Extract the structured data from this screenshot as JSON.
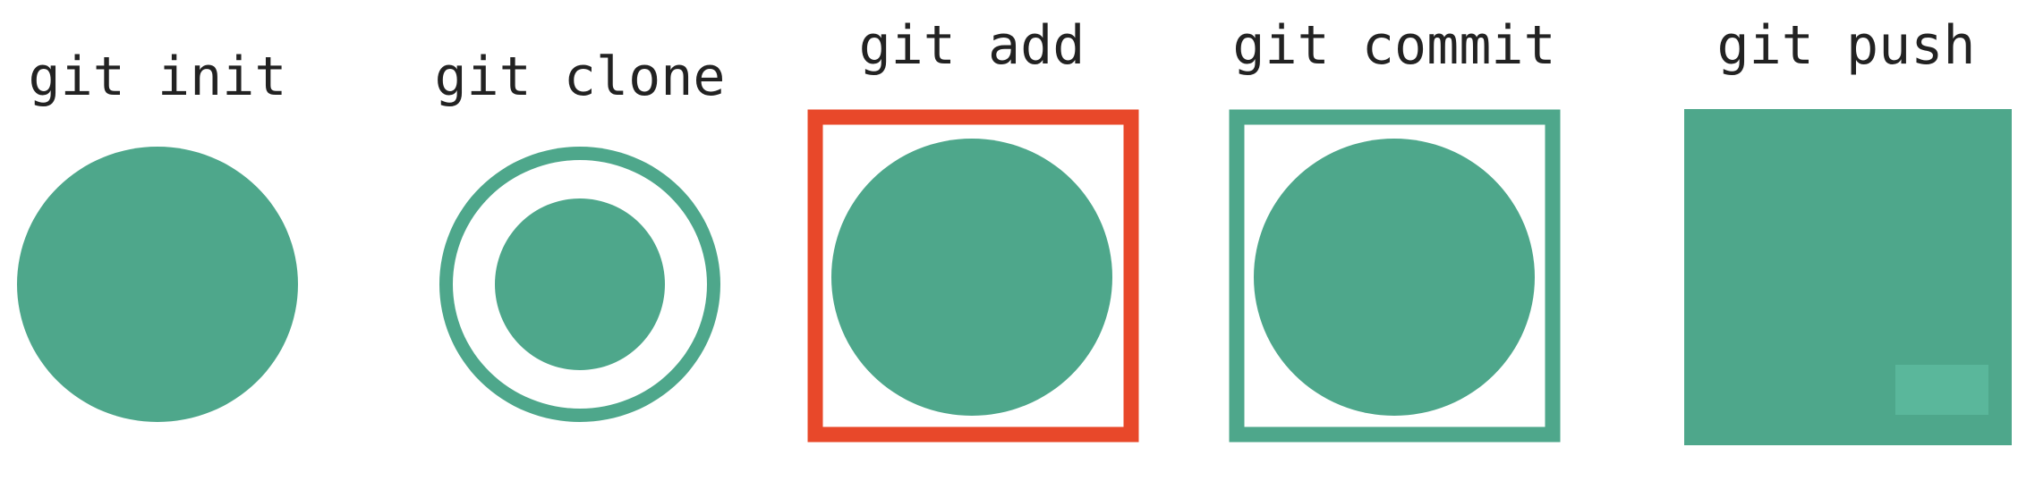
{
  "colors": {
    "green": "#4ea78b",
    "red": "#e8482a",
    "white": "#ffffff",
    "text": "#222222"
  },
  "labels": {
    "init": "git init",
    "clone": "git clone",
    "add": "git add",
    "commit": "git commit",
    "push": "git push"
  }
}
